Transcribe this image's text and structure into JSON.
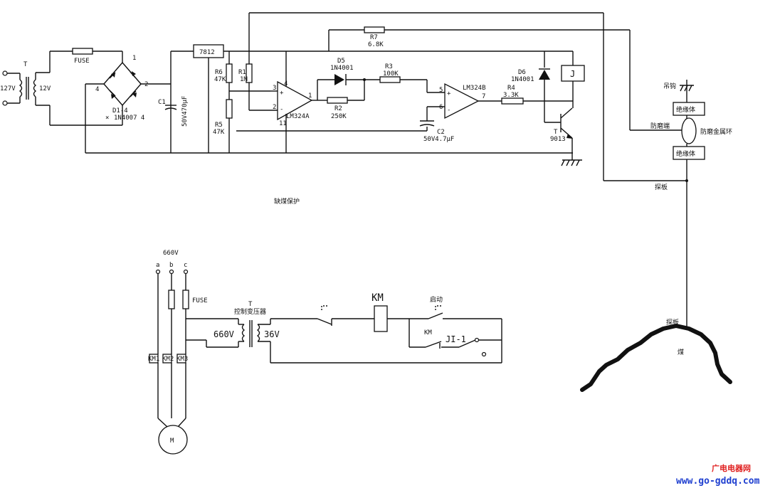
{
  "top_circuit": {
    "transformer": {
      "name": "T",
      "primary": "127V",
      "secondary": "12V"
    },
    "fuse": "FUSE",
    "bridge": {
      "node1": "1",
      "node2": "2",
      "node4": "4",
      "name": "D1-4",
      "part": "1N4007 4",
      "cross_mark": "×"
    },
    "regulator": "7812",
    "c1": {
      "name": "C1",
      "value": "50V470μF"
    },
    "r6": {
      "name": "R6",
      "value": "47K"
    },
    "r5": {
      "name": "R5",
      "value": "47K"
    },
    "r1": {
      "name": "R1",
      "value": "1M"
    },
    "op1": {
      "name": "LM324A",
      "pin3": "3",
      "pin2": "2",
      "pin1": "1",
      "pin4": "4",
      "pin11": "11",
      "plus": "+",
      "minus": "-"
    },
    "d5": {
      "name": "D5",
      "part": "1N4001"
    },
    "r3": {
      "name": "R3",
      "value": "100K"
    },
    "r2": {
      "name": "R2",
      "value": "250K"
    },
    "r7": {
      "name": "R7",
      "value": "6.8K"
    },
    "op2": {
      "name": "LM324B",
      "pin5": "5",
      "pin6": "6",
      "pin7": "7",
      "plus": "+",
      "minus": "-"
    },
    "r4": {
      "name": "R4",
      "value": "3.3K"
    },
    "d6": {
      "name": "D6",
      "part": "1N4001"
    },
    "relay": "J",
    "c2": {
      "name": "C2",
      "value": "50V4.7μF"
    },
    "transistor": {
      "name": "T",
      "part": "9013"
    },
    "caption": "缺煤保护"
  },
  "probe": {
    "hook": "吊钩",
    "insulator_top": "绝缘体",
    "insulator_bottom": "绝缘体",
    "wear_end": "防磨端",
    "wear_ring": "防磨金属环",
    "plate_top": "探板",
    "plate_bottom": "探板",
    "coal": "煤"
  },
  "bottom_circuit": {
    "supply": "660V",
    "phases": [
      "a",
      "b",
      "c"
    ],
    "fuse": "FUSE",
    "control_transformer": {
      "name": "T",
      "label": "控制变压器",
      "primary": "660V",
      "secondary": "36V"
    },
    "contacts": [
      "KM1",
      "KM2",
      "KM3"
    ],
    "coil": "KM",
    "start_label": "启动",
    "hold_contact": "KM",
    "relay_contact": "JI-1",
    "motor": "M"
  },
  "watermark": {
    "line1": "广电电器网",
    "line2": "www.go-gddq.com"
  },
  "colors": {
    "line": "#111111",
    "wm_red": "#e02020",
    "wm_blue": "#2040d0",
    "wm_yellow": "#e0b000"
  }
}
